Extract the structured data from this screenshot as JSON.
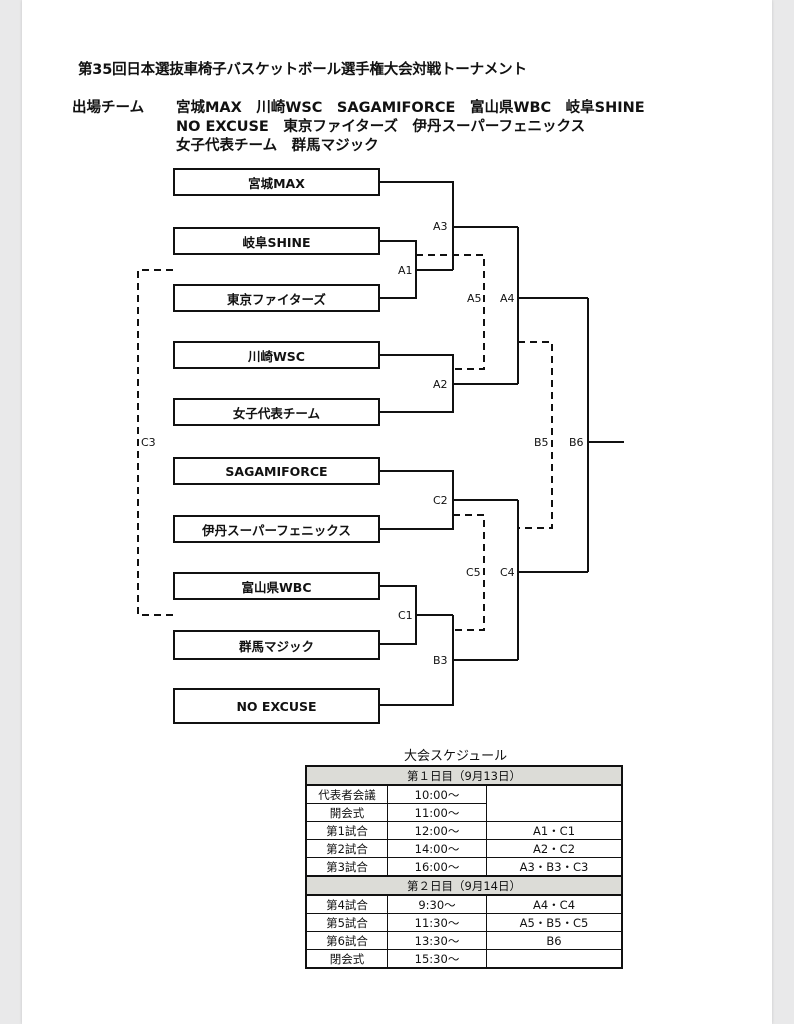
{
  "title": "第35回日本選抜車椅子バスケットボール選手権大会対戦トーナメント",
  "participants": {
    "label": "出場チーム",
    "line1": "宮城MAX　川崎WSC　SAGAMIFORCE　富山県WBC　岐阜SHINE",
    "line2": "NO EXCUSE　東京ファイターズ　伊丹スーパーフェニックス",
    "line3": "女子代表チーム　群馬マジック"
  },
  "bracket": {
    "teams": [
      "宮城MAX",
      "岐阜SHINE",
      "東京ファイターズ",
      "川崎WSC",
      "女子代表チーム",
      "SAGAMIFORCE",
      "伊丹スーパーフェニックス",
      "富山県WBC",
      "群馬マジック",
      "NO EXCUSE"
    ],
    "match_labels": {
      "A1": "A1",
      "A2": "A2",
      "A3": "A3",
      "A4": "A4",
      "A5": "A5",
      "B3": "B3",
      "B5": "B5",
      "B6": "B6",
      "C1": "C1",
      "C2": "C2",
      "C3": "C3",
      "C4": "C4",
      "C5": "C5"
    }
  },
  "schedule": {
    "title": "大会スケジュール",
    "day1": {
      "label": "第１日目（9月13日）",
      "rows": [
        {
          "event": "代表者会議",
          "time": "10:00〜",
          "matches": ""
        },
        {
          "event": "開会式",
          "time": "11:00〜",
          "matches": ""
        },
        {
          "event": "第1試合",
          "time": "12:00〜",
          "matches": "A1・C1"
        },
        {
          "event": "第2試合",
          "time": "14:00〜",
          "matches": "A2・C2"
        },
        {
          "event": "第3試合",
          "time": "16:00〜",
          "matches": "A3・B3・C3"
        }
      ]
    },
    "day2": {
      "label": "第２日目（9月14日）",
      "rows": [
        {
          "event": "第4試合",
          "time": "9:30〜",
          "matches": "A4・C4"
        },
        {
          "event": "第5試合",
          "time": "11:30〜",
          "matches": "A5・B5・C5"
        },
        {
          "event": "第6試合",
          "time": "13:30〜",
          "matches": "B6"
        },
        {
          "event": "閉会式",
          "time": "15:30〜",
          "matches": ""
        }
      ]
    }
  }
}
